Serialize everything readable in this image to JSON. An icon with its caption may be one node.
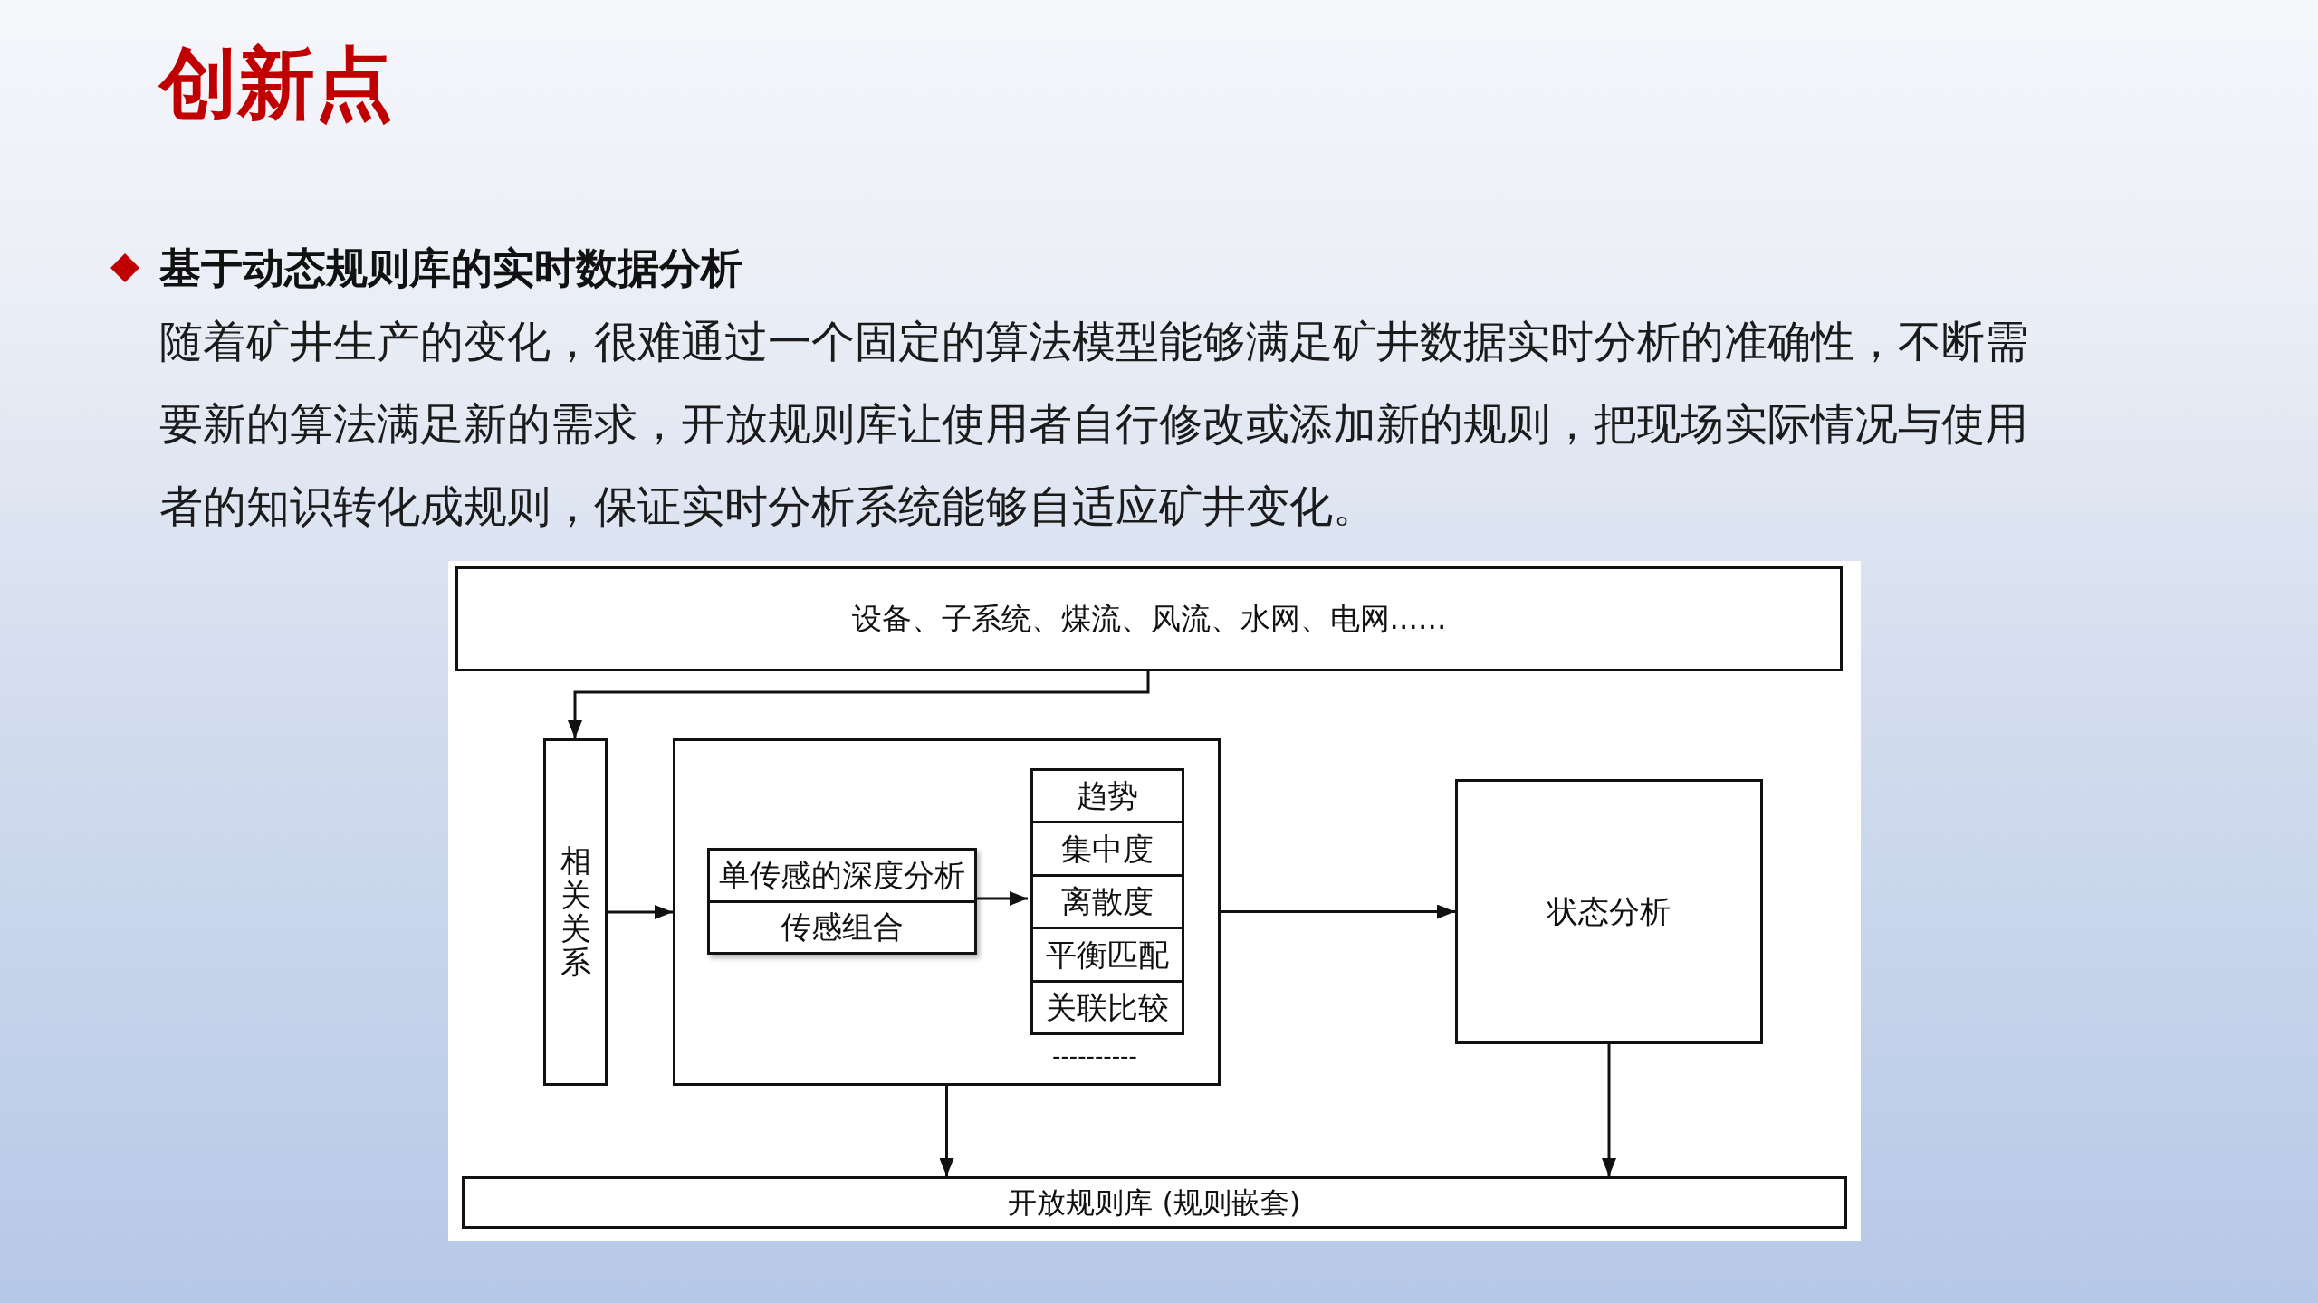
{
  "diagram": {
    "title": "创新点",
    "nodes": [
      {
        "text": [
          "设备、子系统、煤流、风流、水网、电网......"
        ]
      },
      {
        "text": [
          "相关关系"
        ]
      },
      {
        "text": [],
        "shape": "box"
      },
      {
        "text": [
          "单传感的深度分析",
          "传感组合"
        ],
        "in": 2
      },
      {
        "text": [
          "趋势",
          "集中度",
          "离散度",
          "平衡匹配",
          "关联比较"
        ],
        "in": 2,
        "beside": [
          "----------"
        ]
      },
      {
        "text": [
          "状态分析"
        ]
      },
      {
        "text": [
          "开放规则库 (规则嵌套)"
        ]
      }
    ],
    "edges": [
      {
        "from": 0,
        "to": 1,
        "arrow": "to"
      },
      {
        "from": 1,
        "to": 2,
        "arrow": "to"
      },
      {
        "from": 3,
        "to": 4,
        "arrow": "to"
      },
      {
        "from": 2,
        "to": 5,
        "arrow": "to"
      },
      {
        "from": 2,
        "to": 6,
        "arrow": "to"
      },
      {
        "from": 5,
        "to": 6,
        "arrow": "to"
      }
    ],
    "labels": [
      "基于动态规则库的实时数据分析",
      "随着矿井生产的变化，很难通过一个固定的算法模型能够满足矿井数据实时分析的准确性，不断需要新的算法满足新的需求，开放规则库让使用者自行修改或添加新的规则，把现场实际情况与使用者的知识转化成规则，保证实时分析系统能够自适应矿井变化。"
    ]
  }
}
